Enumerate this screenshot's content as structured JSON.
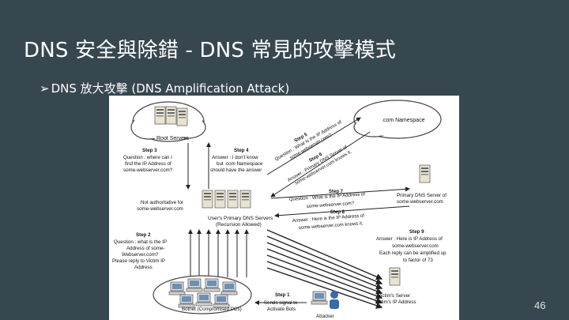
{
  "slide": {
    "title": "DNS 安全與除錯 - DNS 常見的攻擊模式",
    "bullet_mark": "➢",
    "bullet_text": "DNS 放大攻擊 (DNS Amplification Attack)",
    "page_number": "46"
  },
  "diagram": {
    "root_servers": "Root Servers",
    "com_namespace": ".com Namespace",
    "step3": [
      "Step 3",
      "Question : where can I",
      "find the IP Address of",
      "some-webserver.com?"
    ],
    "step4": [
      "Step 4",
      "Answer : I don't know",
      "but .com Namespace",
      "should have the answer"
    ],
    "step5": [
      "Step 5",
      "Question : What is the IP Address of",
      "some-webserver.com?"
    ],
    "step6": [
      "Step 6",
      "Answer : Primary DNS Server of",
      "some-webserver.com knows it."
    ],
    "not_authoritative": [
      "Not authoritative for",
      "some-webserver.com"
    ],
    "step7": [
      "Step 7",
      "Question : What is the IP Address of",
      "some-webserver.com?"
    ],
    "step8": [
      "Step 8",
      "Answer : Here is the IP Address of",
      "some-webserver.com knows it."
    ],
    "primary_dns": [
      "Primary DNS Server of",
      "some-webserver.com"
    ],
    "users_dns": [
      "User's Primary DNS Servers",
      "(Recursion Allowed)"
    ],
    "step2": [
      "Step 2",
      "Question : what is the IP",
      "Address of some-",
      "Webserver.com?",
      "Please reply to Victim IP",
      "Address"
    ],
    "step9": [
      "Step 9",
      "Answer : Here is IP Address of",
      "some-webserver.com",
      "Each reply can be amplified up",
      "to factor of 73"
    ],
    "step1": [
      "Step 1",
      "Sends signal to",
      "Activate Bots"
    ],
    "botnet": "Botnet (Compromised PCs)",
    "victim": [
      "Victim's Server",
      "Victim's IP Address"
    ],
    "attacker": "Attacker"
  }
}
